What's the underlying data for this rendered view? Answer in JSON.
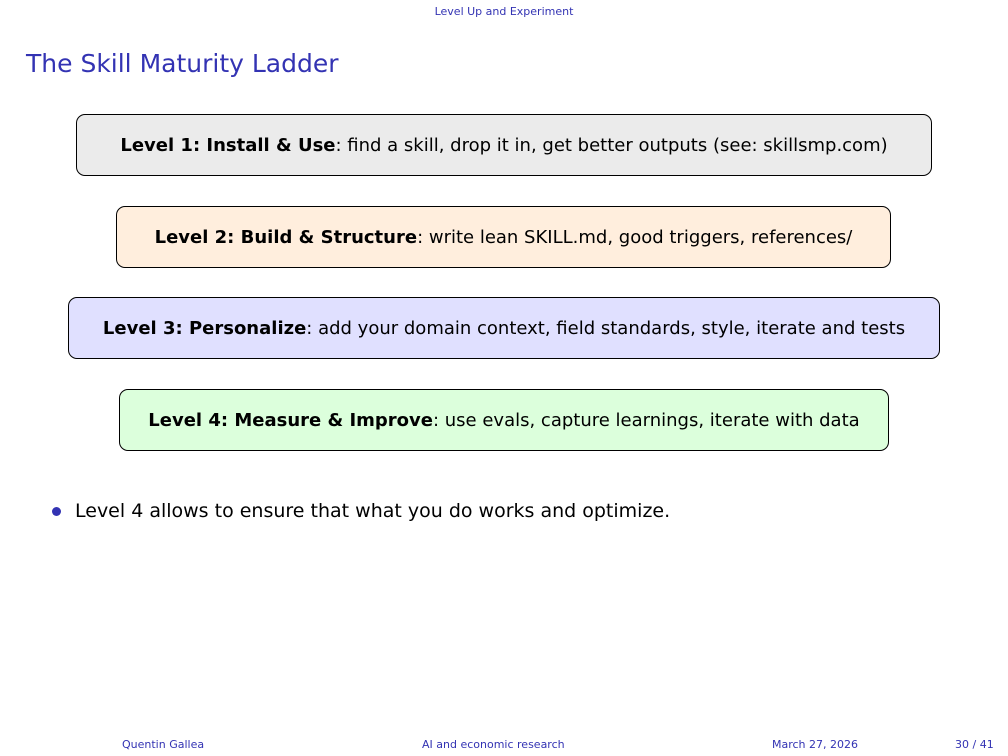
{
  "header": {
    "section": "Level Up and Experiment"
  },
  "title": "The Skill Maturity Ladder",
  "levels": [
    {
      "label": "Level 1: Install & Use",
      "text": ": find a skill, drop it in, get better outputs (see: skillsmp.com)",
      "color": "#ebebeb"
    },
    {
      "label": "Level 2: Build & Structure",
      "text": ": write lean SKILL.md, good triggers, references/",
      "color": "#ffeedd"
    },
    {
      "label": "Level 3: Personalize",
      "text": ": add your domain context, field standards, style, iterate and tests",
      "color": "#e0e0ff"
    },
    {
      "label": "Level 4: Measure & Improve",
      "text": ": use evals, capture learnings, iterate with data",
      "color": "#dcffdc"
    }
  ],
  "bullets": [
    "Level 4 allows to ensure that what you do works and optimize."
  ],
  "footer": {
    "author": "Quentin Gallea",
    "talk": "AI and economic research",
    "date": "March 27, 2026",
    "page": "30 / 41"
  }
}
